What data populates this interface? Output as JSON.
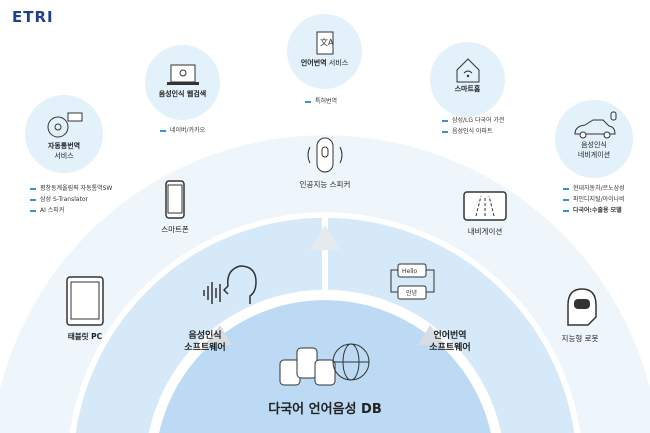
{
  "logo": {
    "text": "ETRI"
  },
  "services": [
    {
      "id": "auto-interpretation",
      "title": "자동통번역",
      "subtitle": "서비스",
      "items": [
        "평창동계올림픽 자동통역SW",
        "삼성 S-Translator",
        "AI 스피커"
      ]
    },
    {
      "id": "voice-web-search",
      "title": "음성인식 웹검색",
      "items": [
        "네이버/카카오"
      ]
    },
    {
      "id": "language-translation",
      "title": "언어번역",
      "subtitle": "서비스",
      "items": [
        "특허번역"
      ]
    },
    {
      "id": "smart-home",
      "title": "스마트홈",
      "items": [
        "삼성/LG 다국어 가전",
        "음성인식 아파트"
      ]
    },
    {
      "id": "voice-navigation",
      "title": "음성인식",
      "subtitle": "네비게이션",
      "items": [
        "현대자동차/르노삼성",
        "파인디지털/아이나비",
        "다국어:수출용 모델"
      ]
    }
  ],
  "devices": {
    "ai_speaker": "인공지능 스피커",
    "smartphone": "스마트폰",
    "navigation": "내비게이션",
    "tablet": "태블릿 PC",
    "robot": "지능형 로봇"
  },
  "software": {
    "speech_line1": "음성인식",
    "speech_line2": "소프트웨어",
    "translation_line1": "언어번역",
    "translation_line2": "소프트웨어",
    "hello": "Hello",
    "annyeong": "안녕"
  },
  "core": {
    "title": "다국어 언어음성 DB"
  },
  "colors": {
    "outer": "#eef6fc",
    "middle": "#d6e9f9",
    "inner": "#bcdaf4",
    "accent": "#3b8fd6"
  }
}
